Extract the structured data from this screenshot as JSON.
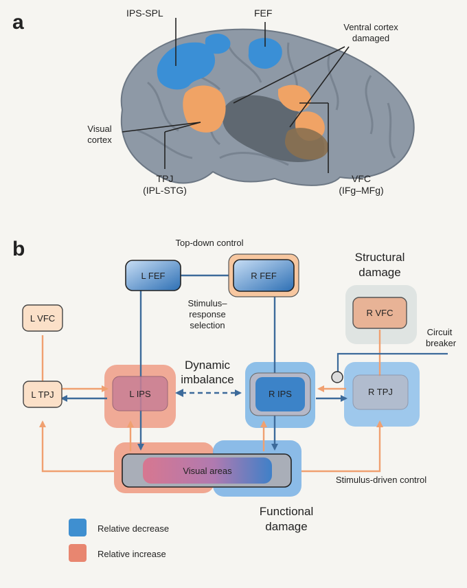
{
  "panel_a": {
    "letter": "a",
    "labels": {
      "ips_spl": "IPS-SPL",
      "fef": "FEF",
      "ventral_1": "Ventral cortex",
      "ventral_2": "damaged",
      "visual_1": "Visual",
      "visual_2": "cortex",
      "tpj_1": "TPJ",
      "tpj_2": "(IPL-STG)",
      "vfc_1": "VFC",
      "vfc_2": "(IFg–MFg)"
    }
  },
  "panel_b": {
    "letter": "b",
    "top_down": "Top-down control",
    "structural_1": "Structural",
    "structural_2": "damage",
    "stim_resp_1": "Stimulus–",
    "stim_resp_2": "response",
    "stim_resp_3": "selection",
    "circuit_1": "Circuit",
    "circuit_2": "breaker",
    "dynamic_1": "Dynamic",
    "dynamic_2": "imbalance",
    "stim_driven": "Stimulus-driven control",
    "functional_1": "Functional",
    "functional_2": "damage",
    "nodes": {
      "l_fef": "L FEF",
      "r_fef": "R FEF",
      "l_vfc": "L VFC",
      "r_vfc": "R VFC",
      "l_tpj": "L TPJ",
      "l_ips": "L IPS",
      "r_ips": "R IPS",
      "r_tpj": "R TPJ",
      "visual_areas": "Visual areas"
    },
    "legend": {
      "decrease": "Relative decrease",
      "increase": "Relative increase"
    },
    "colors": {
      "decrease": "#3f8fd0",
      "increase": "#e88670",
      "arrow_blue": "#3c6a9a",
      "arrow_orange": "#f0a070"
    }
  }
}
